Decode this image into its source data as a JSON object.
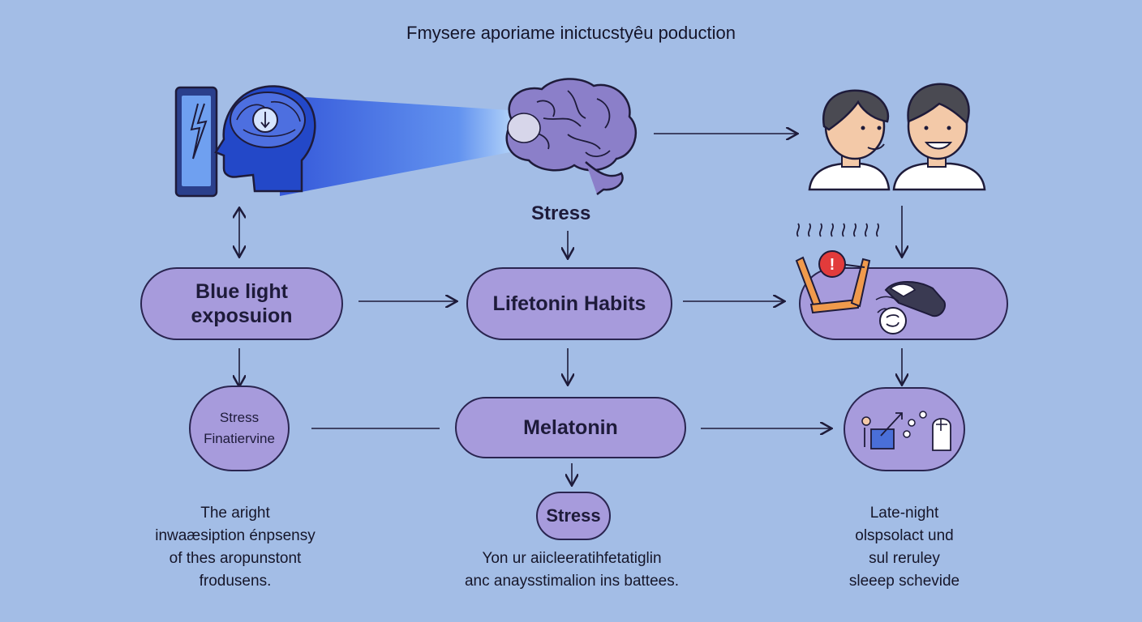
{
  "title": "Fmysere aporiame inictucstyêu poduction",
  "labels": {
    "stress_top": "Stress"
  },
  "nodes": {
    "blue_light": {
      "line1": "Blue light",
      "line2": "exposuion"
    },
    "habits": {
      "label": "Lifetonin Habits"
    },
    "stress_small": {
      "line1": "Stress",
      "line2": "Finatiervine"
    },
    "melatonin": {
      "label": "Melatonin"
    },
    "stress_bottom": {
      "label": "Stress"
    }
  },
  "notes": {
    "left": [
      "The aright",
      "inwaæsiption énpsensy",
      "of thes aropunstont",
      "frodusens."
    ],
    "center": [
      "Yon ur aiicleeratihfetatiglin",
      "anc anaysstimalion ins battees."
    ],
    "right": [
      "Late-night",
      "olspsolact und",
      "sul reruley",
      "sleeep schevide"
    ]
  },
  "icons": [
    "tablet-icon",
    "head-brain-icon",
    "brain-icon",
    "two-people-icon",
    "tired-person-icon",
    "alert-icon",
    "sleep-activity-icon"
  ],
  "colors": {
    "background": "#a3bde6",
    "pill_fill": "#a79bdc",
    "outline": "#2a2550",
    "blue_beam": "#2b4fd8",
    "brain": "#8b7fc9",
    "alert": "#e23b3b"
  }
}
